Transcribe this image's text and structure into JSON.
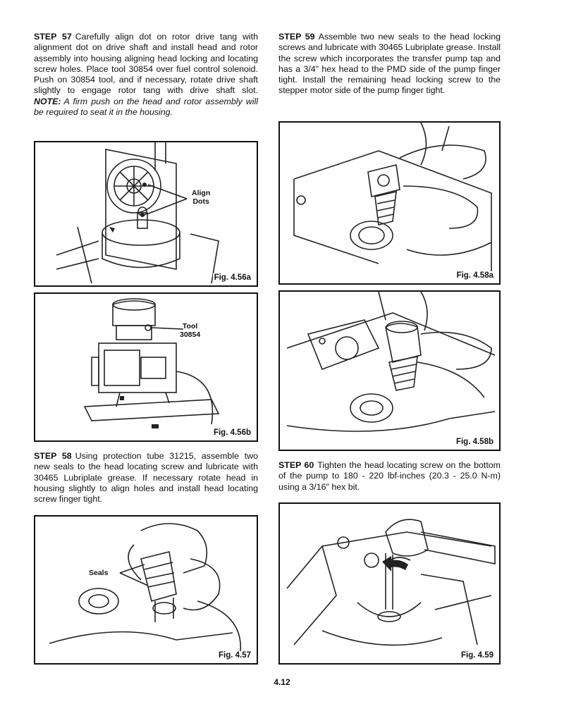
{
  "step57": {
    "label": "STEP 57",
    "text": "Carefully align dot on rotor drive tang with alignment dot on drive shaft and install head and rotor assembly into housing aligning head locking and locating screw holes. Place tool 30854 over fuel control solenoid. Push on 30854 tool, and if necessary, rotate drive shaft slightly to engage rotor tang with drive shaft slot.",
    "note_label": "NOTE:",
    "note_text": "A firm push on the head and rotor assembly will be required to seat it in the housing."
  },
  "step58": {
    "label": "STEP 58",
    "text": "Using protection tube 31215, assemble two new seals to the head locating screw and lubricate with 30465 Lubriplate grease. If necessary rotate head in housing slightly to align holes and install head locating screw finger tight."
  },
  "step59": {
    "label": "STEP 59",
    "text": "Assemble two new seals to the head locking screws and lubricate with 30465 Lubriplate grease. Install the screw which incorporates the transfer pump tap and has a 3/4\" hex head to the PMD side of the pump finger tight. Install the remaining head locking screw to the stepper motor side of the pump finger tight."
  },
  "step60": {
    "label": "STEP 60",
    "text": "Tighten the head locating screw on the bottom of the pump to 180 - 220 lbf-inches (20.3 - 25.0 N-m) using a 3/16\" hex bit."
  },
  "figures": {
    "fig456a": {
      "caption": "Fig. 4.56a",
      "callout_line1": "Align",
      "callout_line2": "Dots"
    },
    "fig456b": {
      "caption": "Fig. 4.56b",
      "callout_line1": "Tool",
      "callout_line2": "30854"
    },
    "fig457": {
      "caption": "Fig. 4.57",
      "callout": "Seals"
    },
    "fig458a": {
      "caption": "Fig. 4.58a"
    },
    "fig458b": {
      "caption": "Fig. 4.58b"
    },
    "fig459": {
      "caption": "Fig. 4.59"
    }
  },
  "page_number": "4.12"
}
